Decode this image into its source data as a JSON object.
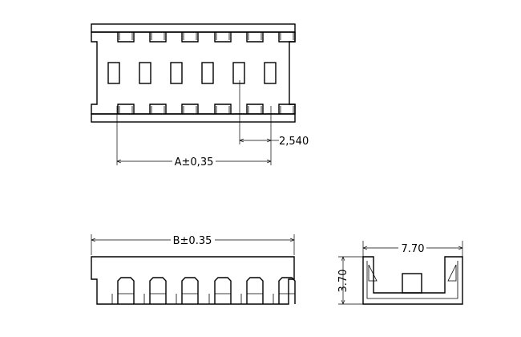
{
  "drawing": {
    "top_view": {
      "pin_pitch_label": "2,540",
      "length_a_label": "A±0,35"
    },
    "front_view": {
      "length_b_label": "B±0.35"
    },
    "side_view": {
      "width_label": "7.70",
      "height_label": "3.70"
    },
    "colors": {
      "line": "#000000",
      "background": "#ffffff"
    }
  }
}
